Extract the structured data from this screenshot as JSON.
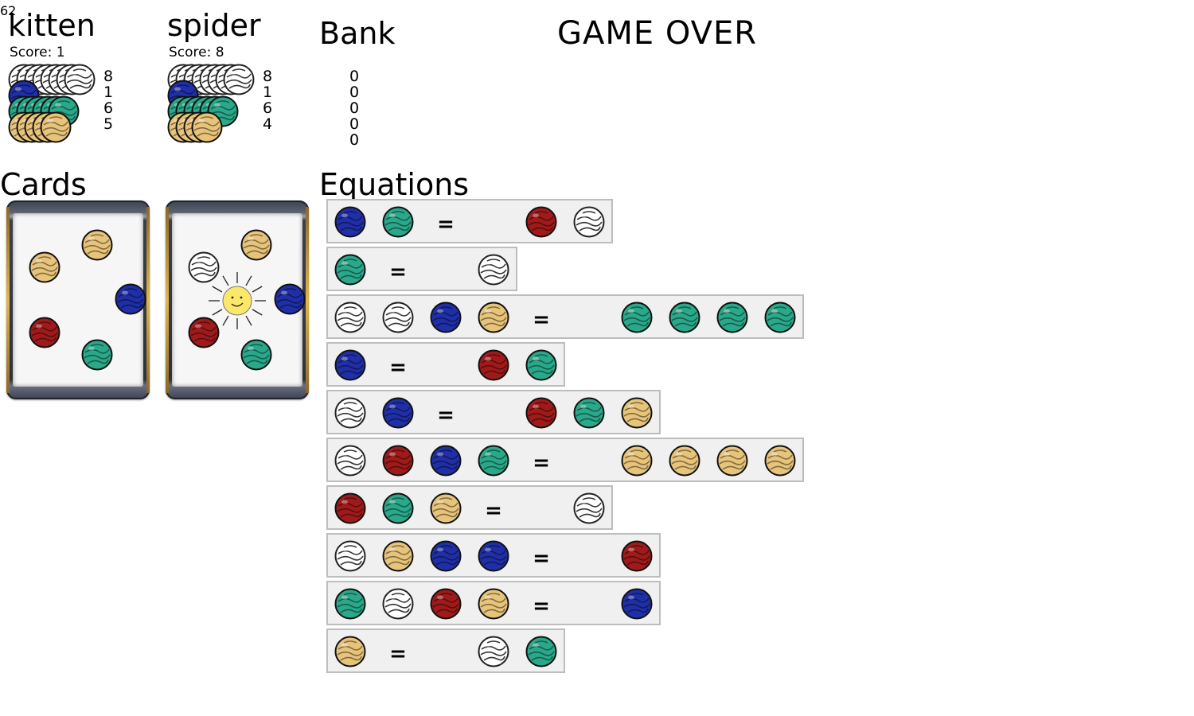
{
  "colors": {
    "white": "#ffffff",
    "blue": "#1f2fa8",
    "green": "#2aa88a",
    "red": "#a01a1a",
    "yellow": "#e8c47a",
    "outline": "#111111",
    "sun": "#fbe86a"
  },
  "turn_number": "62",
  "status": "GAME OVER",
  "players": [
    {
      "name": "kitten",
      "score_label": "Score: 1",
      "gem_counts": [
        "8",
        "1",
        "6",
        "5"
      ]
    },
    {
      "name": "spider",
      "score_label": "Score: 8",
      "gem_counts": [
        "8",
        "1",
        "6",
        "4"
      ]
    }
  ],
  "bank": {
    "title": "Bank",
    "counts": [
      "0",
      "0",
      "0",
      "0",
      "0"
    ]
  },
  "cards_section": {
    "title": "Cards",
    "cards": [
      {
        "gems": [
          "yellow",
          "yellow",
          "blue",
          "red",
          "green"
        ],
        "sun": false
      },
      {
        "gems": [
          "white",
          "yellow",
          "blue",
          "red",
          "green"
        ],
        "sun": true
      }
    ]
  },
  "equations_section": {
    "title": "Equations",
    "equals_sign": "=",
    "rows": [
      {
        "left": [
          "blue",
          "green"
        ],
        "right": [
          "red",
          "white"
        ]
      },
      {
        "left": [
          "green"
        ],
        "right": [
          "white"
        ]
      },
      {
        "left": [
          "white",
          "white",
          "blue",
          "yellow"
        ],
        "right": [
          "green",
          "green",
          "green",
          "green"
        ]
      },
      {
        "left": [
          "blue"
        ],
        "right": [
          "red",
          "green"
        ]
      },
      {
        "left": [
          "white",
          "blue"
        ],
        "right": [
          "red",
          "green",
          "yellow"
        ]
      },
      {
        "left": [
          "white",
          "red",
          "blue",
          "green"
        ],
        "right": [
          "yellow",
          "yellow",
          "yellow",
          "yellow"
        ]
      },
      {
        "left": [
          "red",
          "green",
          "yellow"
        ],
        "right": [
          "white"
        ]
      },
      {
        "left": [
          "white",
          "yellow",
          "blue",
          "blue"
        ],
        "right": [
          "red"
        ]
      },
      {
        "left": [
          "green",
          "white",
          "red",
          "yellow"
        ],
        "right": [
          "blue"
        ]
      },
      {
        "left": [
          "yellow"
        ],
        "right": [
          "white",
          "green"
        ]
      }
    ]
  }
}
